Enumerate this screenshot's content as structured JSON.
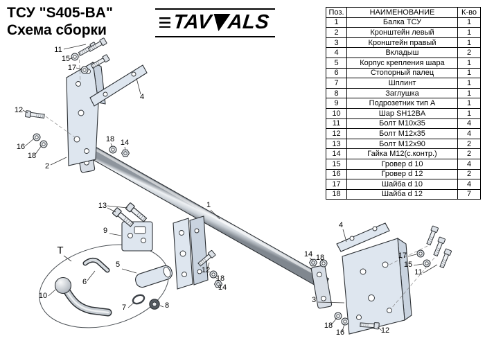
{
  "header": {
    "title_line1": "ТСУ \"S405-BA\"",
    "title_line2": "Схема сборки"
  },
  "logo": {
    "text_left": "TAV",
    "text_right": "ALS"
  },
  "table": {
    "columns": [
      "Поз.",
      "НАИМЕНОВАНИЕ",
      "К-во"
    ],
    "rows": [
      {
        "pos": "1",
        "name": "Балка ТСУ",
        "qty": "1"
      },
      {
        "pos": "2",
        "name": "Кронштейн левый",
        "qty": "1"
      },
      {
        "pos": "3",
        "name": "Кронштейн правый",
        "qty": "1"
      },
      {
        "pos": "4",
        "name": "Вкладыш",
        "qty": "2"
      },
      {
        "pos": "5",
        "name": "Корпус крепления шара",
        "qty": "1"
      },
      {
        "pos": "6",
        "name": "Стопорный палец",
        "qty": "1"
      },
      {
        "pos": "7",
        "name": "Шплинт",
        "qty": "1"
      },
      {
        "pos": "8",
        "name": "Заглушка",
        "qty": "1"
      },
      {
        "pos": "9",
        "name": "Подрозетник тип А",
        "qty": "1"
      },
      {
        "pos": "10",
        "name": "Шар SH12BA",
        "qty": "1"
      },
      {
        "pos": "11",
        "name": "Болт M10x35",
        "qty": "4"
      },
      {
        "pos": "12",
        "name": "Болт M12x35",
        "qty": "4"
      },
      {
        "pos": "13",
        "name": "Болт M12x90",
        "qty": "2"
      },
      {
        "pos": "14",
        "name": "Гайка M12(с.контр.)",
        "qty": "2"
      },
      {
        "pos": "15",
        "name": "Гровер d 10",
        "qty": "4"
      },
      {
        "pos": "16",
        "name": "Гровер d 12",
        "qty": "2"
      },
      {
        "pos": "17",
        "name": "Шайба d 10",
        "qty": "4"
      },
      {
        "pos": "18",
        "name": "Шайба d 12",
        "qty": "7"
      }
    ]
  },
  "diagram": {
    "callouts": [
      "11",
      "15",
      "17",
      "12",
      "16",
      "18",
      "2",
      "4",
      "18",
      "14",
      "1",
      "13",
      "9",
      "5",
      "6",
      "10",
      "7",
      "8",
      "T",
      "12",
      "18",
      "14",
      "4",
      "14",
      "18",
      "17",
      "15",
      "11",
      "3",
      "18",
      "16",
      "12"
    ]
  }
}
